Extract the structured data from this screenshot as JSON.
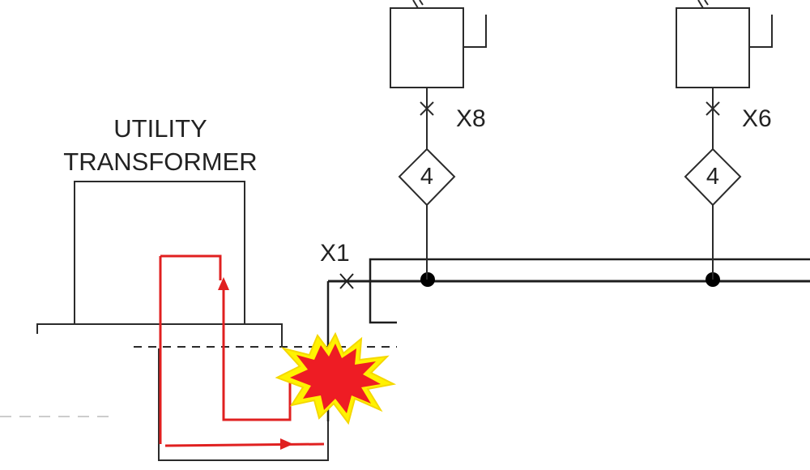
{
  "transformer": {
    "title_line1": "UTILITY",
    "title_line2": "TRANSFORMER"
  },
  "breakers": {
    "x1": "X1",
    "x8": "X8",
    "x6": "X6"
  },
  "relays": {
    "left_device_number": "4",
    "right_device_number": "4"
  },
  "colors": {
    "line": "#222222",
    "fault_path": "#e02020",
    "fault_fill": "#ee1c24",
    "fault_glow": "#fff200"
  }
}
